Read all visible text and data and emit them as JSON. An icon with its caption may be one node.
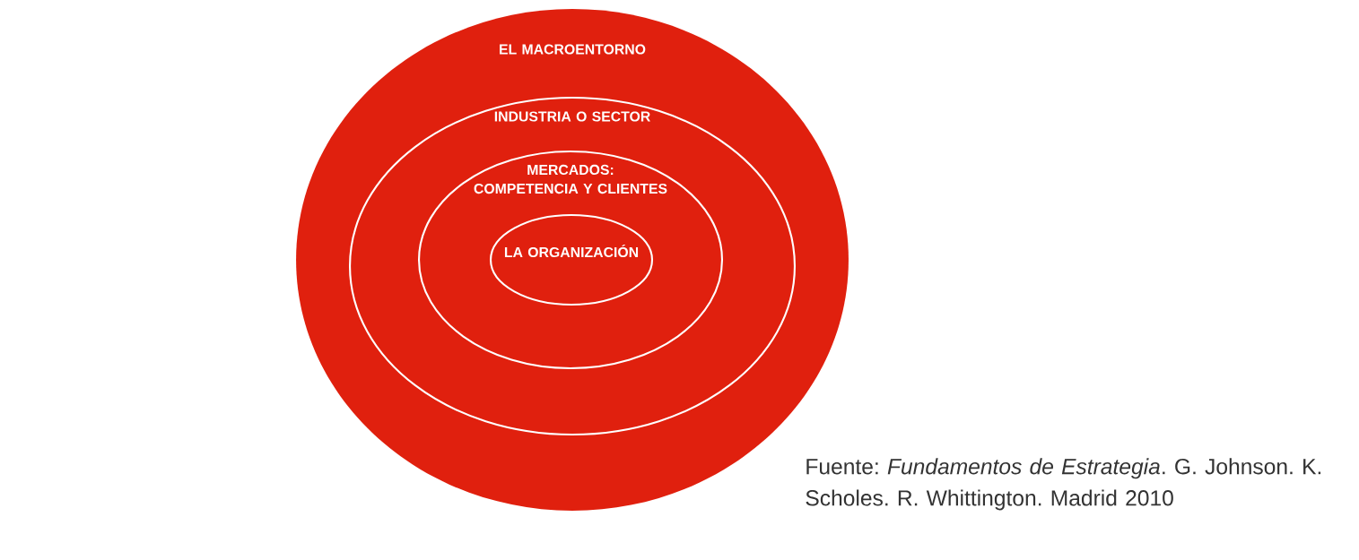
{
  "diagram": {
    "nodes": [
      {
        "text": [
          "EL MACROENTORNO"
        ]
      },
      {
        "text": [
          "INDUSTRIA O SECTOR"
        ],
        "in": 0
      },
      {
        "text": [
          "MERCADOS: COMPETENCIA Y CLIENTES"
        ],
        "in": 1
      },
      {
        "text": [
          "LA ORGANIZACIÓN"
        ],
        "in": 2
      }
    ],
    "caption": "Fuente: *Fundamentos de Estrategia*. G. Johnson. K. Scholes. R. Whittington. Madrid 2010"
  }
}
